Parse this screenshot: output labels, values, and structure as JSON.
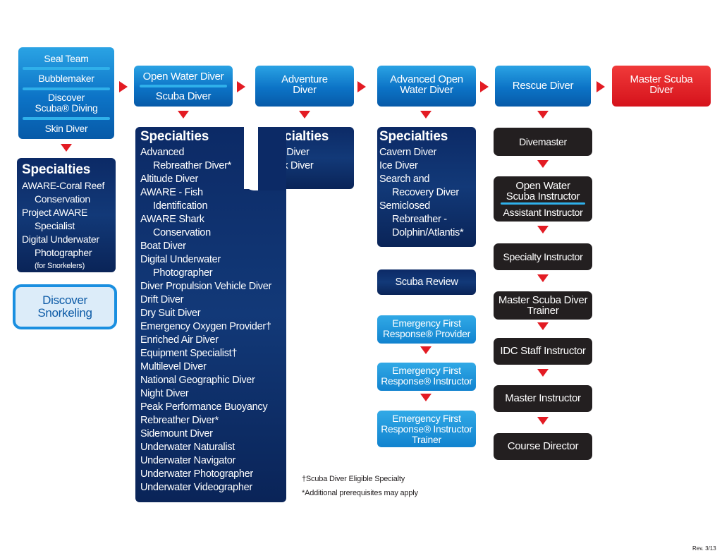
{
  "col1": {
    "items": [
      "Seal Team",
      "Bubblemaker",
      "Discover Scuba® Diving",
      "Skin Diver"
    ],
    "specialties_heading": "Specialties",
    "specialties": [
      "AWARE-Coral Reef",
      "Conservation",
      "Project AWARE",
      "Specialist",
      "Digital Underwater",
      "Photographer",
      "(for Snorkelers)"
    ],
    "discover_snorkeling": [
      "Discover",
      "Snorkeling"
    ]
  },
  "col2": {
    "items": [
      "Open Water Diver",
      "Scuba Diver"
    ],
    "specialties_heading": "Specialties",
    "specialties": [
      "Advanced",
      "Rebreather Diver*",
      "Altitude Diver",
      "AWARE - Fish",
      "Identification",
      "AWARE Shark",
      "Conservation",
      "Boat Diver",
      "Digital Underwater",
      "Photographer",
      "Diver Propulsion Vehicle Diver",
      "Drift Diver",
      "Dry Suit Diver",
      "Emergency Oxygen Provider†",
      "Enriched Air Diver",
      "Equipment Specialist†",
      "Multilevel Diver",
      "National Geographic Diver",
      "Night Diver",
      "Peak Performance Buoyancy",
      "Rebreather Diver*",
      "Sidemount Diver",
      "Underwater Naturalist",
      "Underwater Navigator",
      "Underwater Photographer",
      "Underwater Videographer"
    ]
  },
  "col3": {
    "title": [
      "Adventure",
      "Diver"
    ],
    "specialties_heading": "Specialties",
    "specialties": [
      "Deep Diver",
      "Wreck Diver"
    ]
  },
  "col4": {
    "title": [
      "Advanced Open",
      "Water Diver"
    ],
    "specialties_heading": "Specialties",
    "specialties": [
      "Cavern Diver",
      "Ice Diver",
      "Search and",
      "Recovery Diver",
      "Semiclosed",
      "Rebreather -",
      "Dolphin/Atlantis*"
    ],
    "scuba_review": "Scuba Review",
    "efr": [
      [
        "Emergency First",
        "Response® Provider"
      ],
      [
        "Emergency First",
        "Response® Instructor"
      ],
      [
        "Emergency First",
        "Response® Instructor",
        "Trainer"
      ]
    ]
  },
  "col5": {
    "rescue": "Rescue Diver",
    "divemaster": "Divemaster",
    "owsi": [
      "Open Water",
      "Scuba Instructor"
    ],
    "assistant": "Assistant Instructor",
    "specialty_instructor": "Specialty Instructor",
    "msdt": [
      "Master Scuba Diver",
      "Trainer"
    ],
    "idc_staff": "IDC Staff Instructor",
    "master_instructor": "Master Instructor",
    "course_director": "Course Director"
  },
  "col6": {
    "title": [
      "Master Scuba",
      "Diver"
    ]
  },
  "notes": [
    "†Scuba Diver Eligible Specialty",
    "*Additional prerequisites may apply"
  ],
  "revision": "Rev. 3/13",
  "colors": {
    "blue": "#0c73c6",
    "navy": "#0c2a66",
    "red": "#e31b23",
    "black": "#231f20",
    "separator": "#2fb0ea"
  }
}
